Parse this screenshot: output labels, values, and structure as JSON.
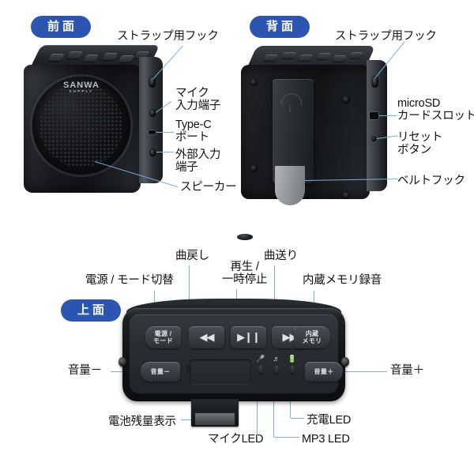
{
  "meta": {
    "brand_line1": "SANWA",
    "brand_line2": "SUPPLY"
  },
  "sections": {
    "front": {
      "badge": "前面",
      "callouts": [
        {
          "key": "strap_hook",
          "text": "ストラップ用フック"
        },
        {
          "key": "mic_jack",
          "text": "マイク\n入力端子"
        },
        {
          "key": "type_c",
          "text": "Type-C\nポート"
        },
        {
          "key": "aux_in",
          "text": "外部入力\n端子"
        },
        {
          "key": "speaker",
          "text": "スピーカー"
        }
      ]
    },
    "back": {
      "badge": "背面",
      "callouts": [
        {
          "key": "strap_hook",
          "text": "ストラップ用フック"
        },
        {
          "key": "microsd",
          "text": "microSD\nカードスロット"
        },
        {
          "key": "reset",
          "text": "リセット\nボタン"
        },
        {
          "key": "belt_hook",
          "text": "ベルトフック"
        }
      ]
    },
    "top": {
      "badge": "上面",
      "callouts_above": [
        {
          "key": "power_mode",
          "text": "電源 / モード切替"
        },
        {
          "key": "prev_track",
          "text": "曲戻し"
        },
        {
          "key": "play_pause",
          "text": "再生 /\n一時停止"
        },
        {
          "key": "next_track",
          "text": "曲送り"
        },
        {
          "key": "mem_rec",
          "text": "内蔵メモリ録音"
        }
      ],
      "callouts_side": [
        {
          "key": "vol_down",
          "text": "音量－"
        },
        {
          "key": "vol_up",
          "text": "音量＋"
        }
      ],
      "callouts_below": [
        {
          "key": "battery_ind",
          "text": "電池残量表示"
        },
        {
          "key": "mic_led",
          "text": "マイクLED"
        },
        {
          "key": "mp3_led",
          "text": "MP3 LED"
        },
        {
          "key": "charge_led",
          "text": "充電LED"
        }
      ],
      "buttons": [
        {
          "key": "power_mode",
          "label": "電源 /\nモード",
          "type": "text"
        },
        {
          "key": "prev_track",
          "label": "◀◀",
          "type": "icon"
        },
        {
          "key": "play_pause",
          "label": "▶❙❙",
          "type": "icon"
        },
        {
          "key": "next_track",
          "label": "▶▶",
          "type": "icon"
        },
        {
          "key": "mem_rec",
          "label": "内蔵\nメモリ",
          "type": "text"
        },
        {
          "key": "vol_down",
          "label": "音量－",
          "type": "text"
        },
        {
          "key": "vol_up",
          "label": "音量＋",
          "type": "text"
        }
      ],
      "led_icons": [
        {
          "key": "mic_led",
          "glyph": " ᴗ",
          "name": "microphone-led-icon"
        },
        {
          "key": "mp3_led",
          "glyph": "♫",
          "name": "music-note-led-icon"
        },
        {
          "key": "charge_led",
          "glyph": "ὐb",
          "name": "battery-led-icon"
        }
      ]
    }
  },
  "colors": {
    "badge_bg": "#2b55b0",
    "leader_line": "#7aaedc",
    "text": "#111111",
    "device_dark": "#16181b"
  }
}
